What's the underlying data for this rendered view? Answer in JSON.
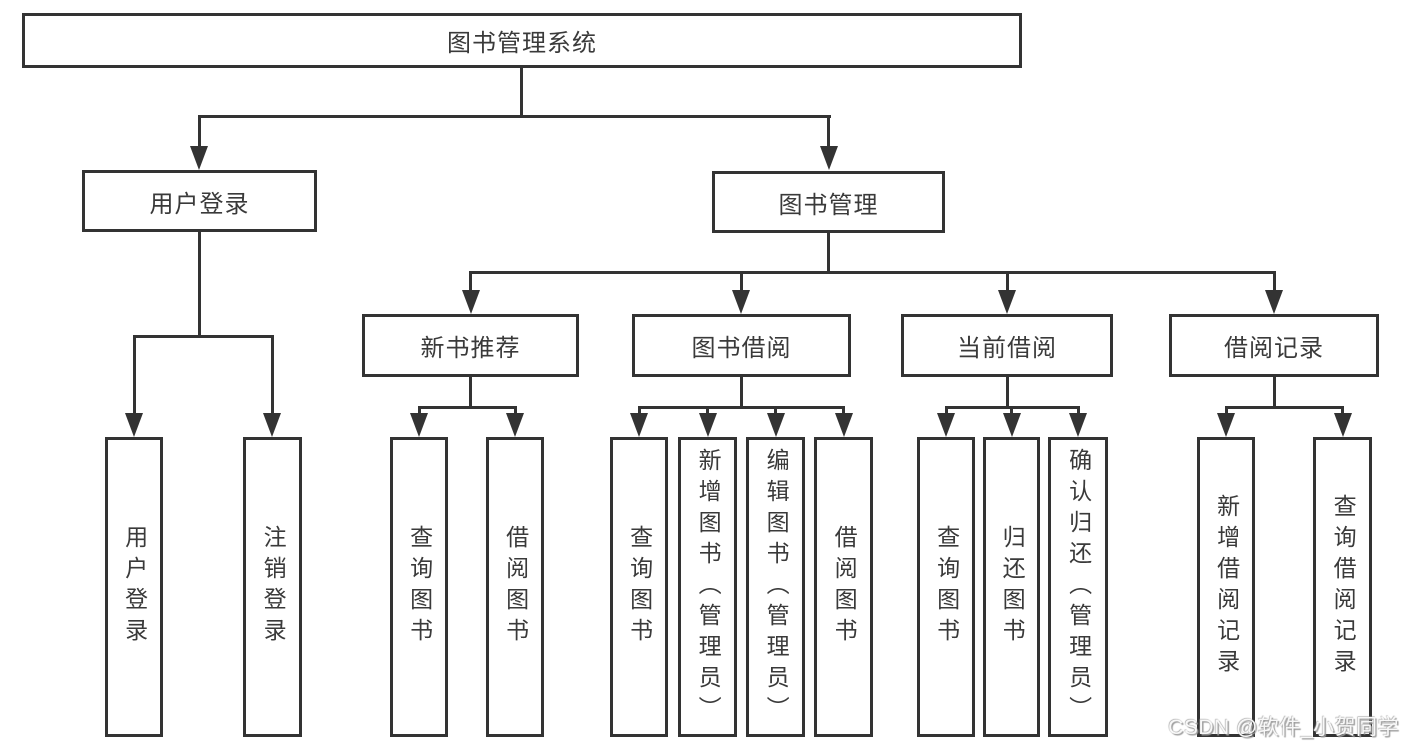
{
  "colors": {
    "line": "#333333",
    "text": "#3a3a3a",
    "background": "#ffffff",
    "watermark_text": "#f8f8f8",
    "watermark_shadow": "#9b9b9b"
  },
  "tree": {
    "root": "图书管理系统",
    "branches": [
      {
        "label": "用户登录",
        "leaves": [
          "用户登录",
          "注销登录"
        ]
      },
      {
        "label": "图书管理",
        "groups": [
          {
            "label": "新书推荐",
            "leaves": [
              "查询图书",
              "借阅图书"
            ]
          },
          {
            "label": "图书借阅",
            "leaves": [
              "查询图书",
              "新增图书（管理员）",
              "编辑图书（管理员）",
              "借阅图书"
            ]
          },
          {
            "label": "当前借阅",
            "leaves": [
              "查询图书",
              "归还图书",
              "确认归还（管理员）"
            ]
          },
          {
            "label": "借阅记录",
            "leaves": [
              "新增借阅记录",
              "查询借阅记录"
            ]
          }
        ]
      }
    ]
  },
  "watermark": {
    "text": "CSDN @软件_小贺同学"
  }
}
